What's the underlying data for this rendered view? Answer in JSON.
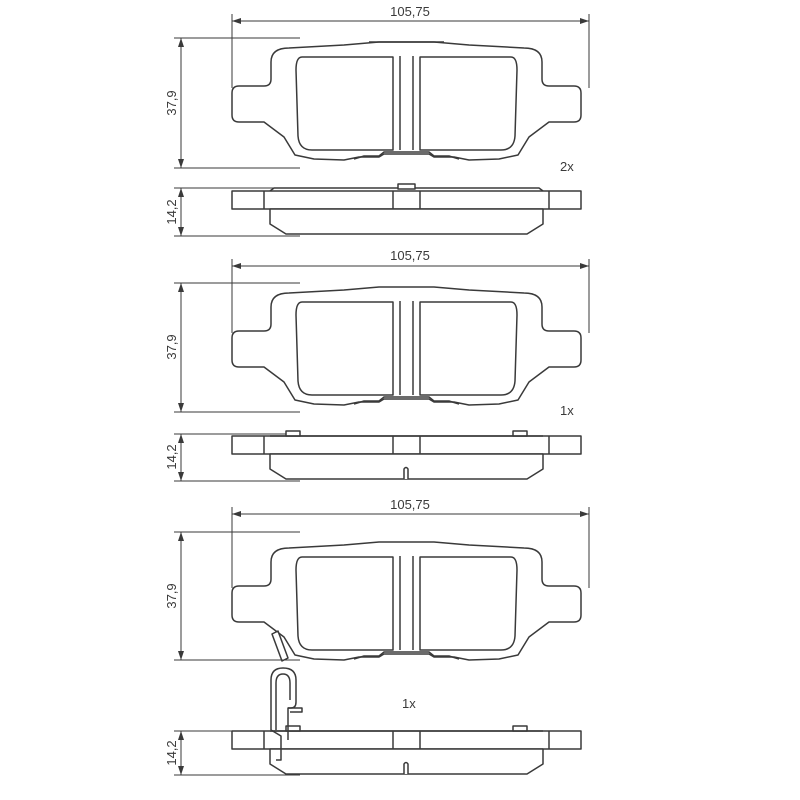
{
  "views": [
    {
      "width_label": "105,75",
      "height_label": "37,9",
      "thickness_label": "14,2",
      "quantity": "2x"
    },
    {
      "width_label": "105,75",
      "height_label": "37,9",
      "thickness_label": "14,2",
      "quantity": "1x"
    },
    {
      "width_label": "105,75",
      "height_label": "37,9",
      "thickness_label": "14,2",
      "quantity": "1x"
    }
  ],
  "colors": {
    "line": "#3a3a3a",
    "background": "#ffffff"
  }
}
